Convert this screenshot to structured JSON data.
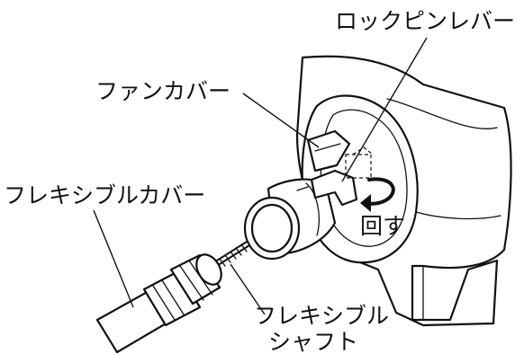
{
  "labels": {
    "lock_pin_lever": "ロックピンレバー",
    "fan_cover": "ファンカバー",
    "flexible_cover": "フレキシブルカバー",
    "rotate": "回す",
    "flexible_shaft_line1": "フレキシブル",
    "flexible_shaft_line2": "シャフト"
  },
  "colors": {
    "ink": "#111111",
    "paper": "#ffffff"
  }
}
